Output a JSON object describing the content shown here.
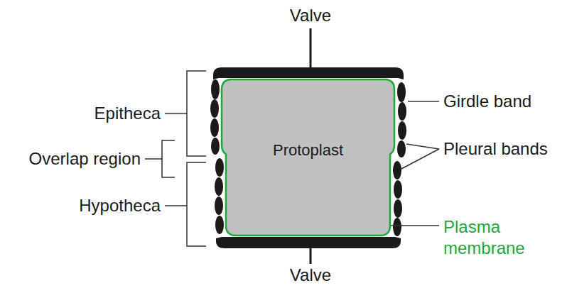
{
  "diagram": {
    "nodes": [
      {
        "text": [
          "Protoplast"
        ]
      }
    ],
    "labels": [
      "Valve",
      "Epitheca",
      "Overlap region",
      "Hypotheca",
      "Girdle band",
      "Pleural bands",
      "Plasma membrane",
      "Valve"
    ]
  }
}
